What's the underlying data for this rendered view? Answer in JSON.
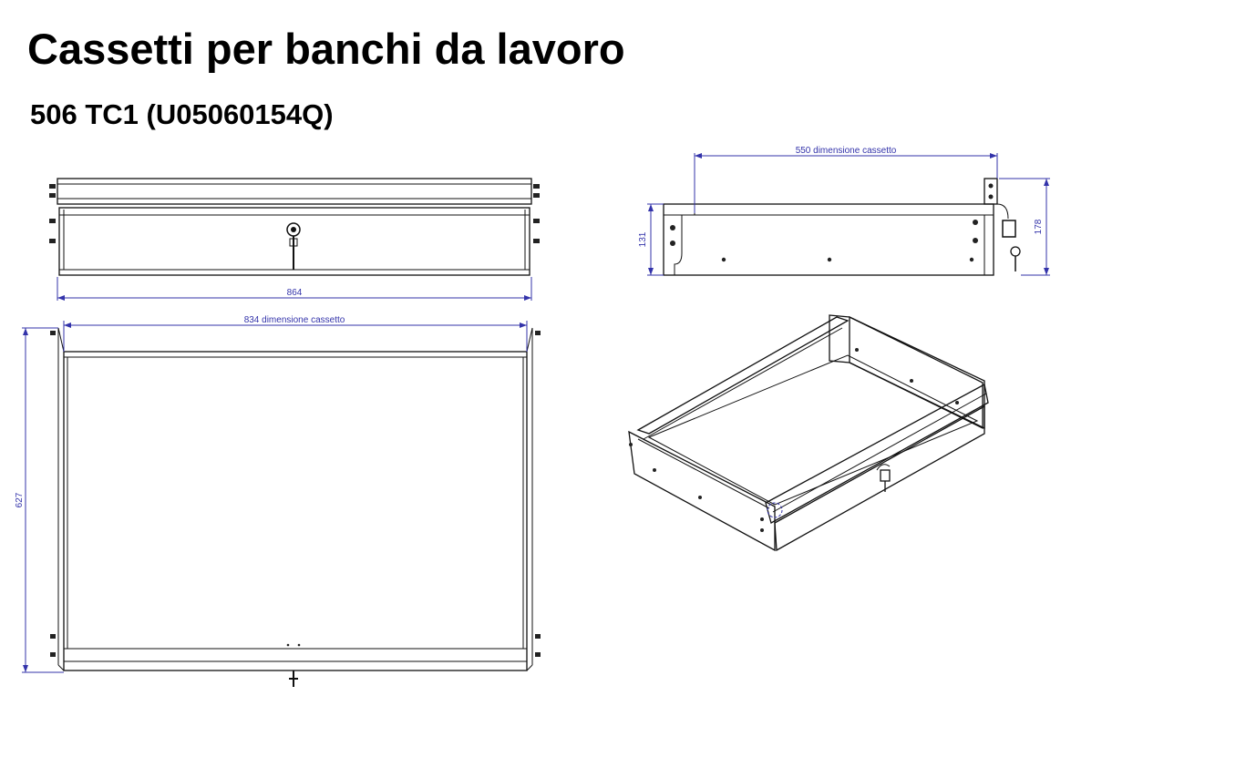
{
  "header": {
    "title": "Cassetti per banchi da lavoro",
    "subtitle": "506 TC1 (U05060154Q)"
  },
  "dimensions": {
    "front_width": "864",
    "drawer_width": "834 dimensione cassetto",
    "depth": "627",
    "drawer_depth": "550 dimensione cassetto",
    "side_height": "131",
    "total_height": "178"
  },
  "colors": {
    "line": "#111111",
    "dimension": "#3333aa",
    "background": "#ffffff"
  },
  "icons": [
    "lock-icon",
    "key-icon"
  ]
}
